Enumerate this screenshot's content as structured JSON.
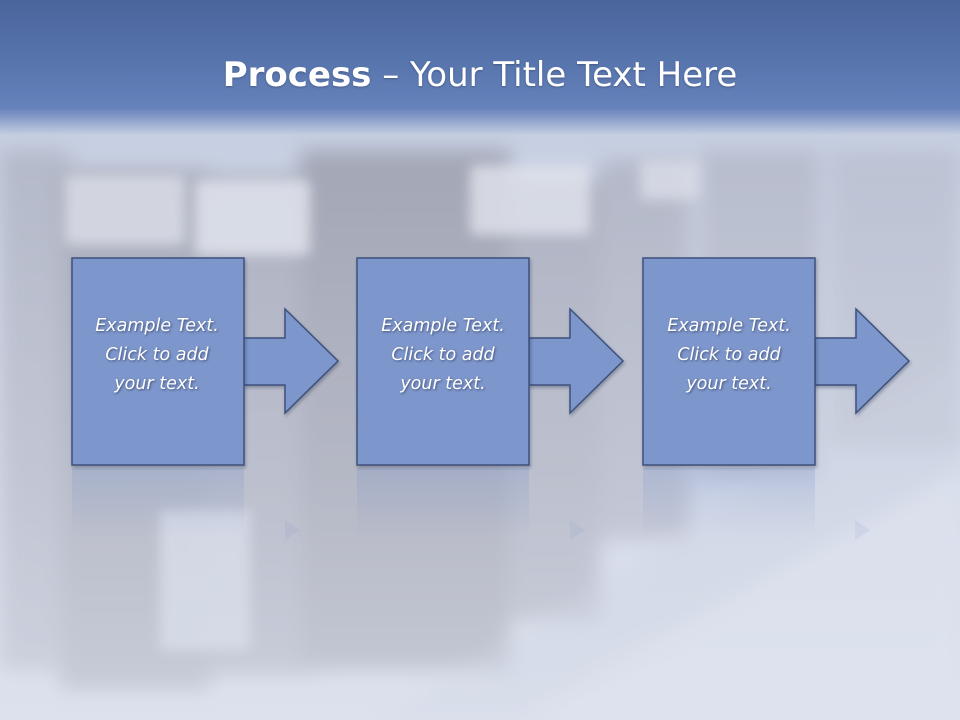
{
  "slide": {
    "title_bold": "Process",
    "title_rest": " – Your Title Text Here",
    "background_image": "laboratory-bottles-photo",
    "colors": {
      "title_band": "#5774ad",
      "box_fill": "#7d96cb",
      "box_stroke": "#3e517c",
      "text": "#ffffff"
    }
  },
  "steps": [
    {
      "lines": [
        "Example Text.",
        "Click  to add",
        "your text."
      ]
    },
    {
      "lines": [
        "Example Text.",
        "Click  to add",
        "your text."
      ]
    },
    {
      "lines": [
        "Example Text.",
        "Click  to add",
        "your text."
      ]
    }
  ]
}
